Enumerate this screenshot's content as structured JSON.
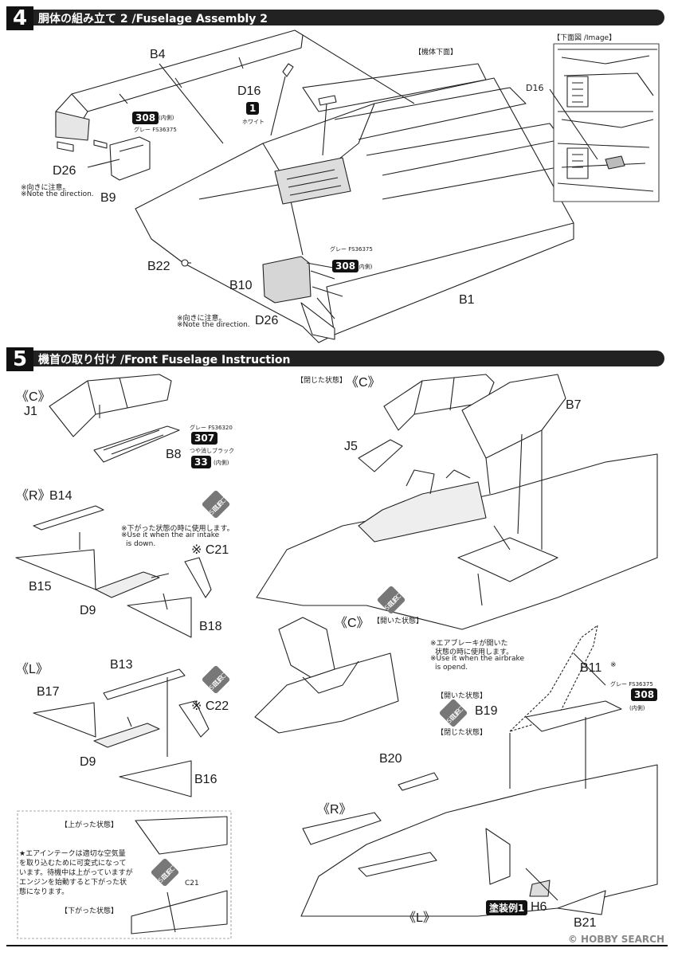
{
  "step4": {
    "number": "4",
    "title": "胴体の組み立て 2 /Fuselage Assembly 2",
    "parts": {
      "b4": "B4",
      "d16": "D16",
      "b9": "B9",
      "d26_a": "D26",
      "b22": "B22",
      "b10": "B10",
      "d26_b": "D26",
      "b1": "B1"
    },
    "paint": {
      "c308_a": "308",
      "c308_a_note": "(内側)",
      "c308_a_label": "グレー FS36375",
      "c1": "1",
      "c1_label": "ホワイト",
      "c308_b": "308",
      "c308_b_note": "(内側)",
      "c308_b_label": "グレー FS36375"
    },
    "notes": {
      "n1_ja": "※向きに注意。",
      "n1_en": "※Note the direction.",
      "n2_ja": "※向きに注意。",
      "n2_en": "※Note the direction."
    },
    "lower_view_label": "【機体下面】",
    "image_box": {
      "title": "【下面図 /Image】",
      "part": "D16"
    }
  },
  "step5": {
    "number": "5",
    "title": "機首の取り付け /Front Fuselage Instruction",
    "c_top": {
      "tag": "《C》",
      "j1": "J1",
      "b8": "B8",
      "c307": "307",
      "c307_label": "グレー FS36320",
      "c33": "33",
      "c33_label": "つや消しブラック",
      "c33_note": "(内側)"
    },
    "r_group": {
      "tag": "《R》",
      "b14": "B14",
      "b15": "B15",
      "d9": "D9",
      "c21": "※ C21",
      "b18": "B18",
      "note_ja": "※下がった状態の時に使用します。",
      "note_en1": "※Use it when the air intake",
      "note_en2": "is down.",
      "select_ja": "選択",
      "select_en": "SELECT"
    },
    "l_group": {
      "tag": "《L》",
      "b13": "B13",
      "b17": "B17",
      "d9": "D9",
      "c22": "※ C22",
      "b16": "B16",
      "select_ja": "選択",
      "select_en": "SELECT"
    },
    "intake_box": {
      "up_label": "【上がった状態】",
      "down_label": "【下がった状態】",
      "c21": "C21",
      "text": [
        "★エアインテークは適切な空気量",
        "を取り込むために可変式になって",
        "います。待機中は上がっていますが",
        "エンジンを始動すると下がった状",
        "態になります。"
      ],
      "select_ja": "選択",
      "select_en": "SELECT"
    },
    "closed": {
      "label": "【閉じた状態】",
      "tag": "《C》",
      "j5": "J5",
      "b7": "B7"
    },
    "open": {
      "tag": "《C》",
      "label": "【開いた状態】",
      "select_ja": "選択",
      "select_en": "SELECT"
    },
    "airbrake": {
      "note_ja1": "※エアブレーキが開いた",
      "note_ja2": "状態の時に使用します。",
      "note_en1": "※Use it when the airbrake",
      "note_en2": "is opend.",
      "b11": "B11",
      "b11_mark": "※",
      "c308": "308",
      "c308_label": "グレー FS36375",
      "c308_note": "(内側)",
      "open_label": "【開いた状態】",
      "closed_label": "【閉じた状態】",
      "b19": "B19",
      "select_ja": "選択",
      "select_en": "SELECT"
    },
    "bottom": {
      "b20": "B20",
      "r_tag": "《R》",
      "l_tag": "《L》",
      "h6": "H6",
      "b21": "B21",
      "scheme_badge": "塗装例1"
    }
  },
  "watermark": "HOBBY SEARCH",
  "watermark_prefix": "©"
}
